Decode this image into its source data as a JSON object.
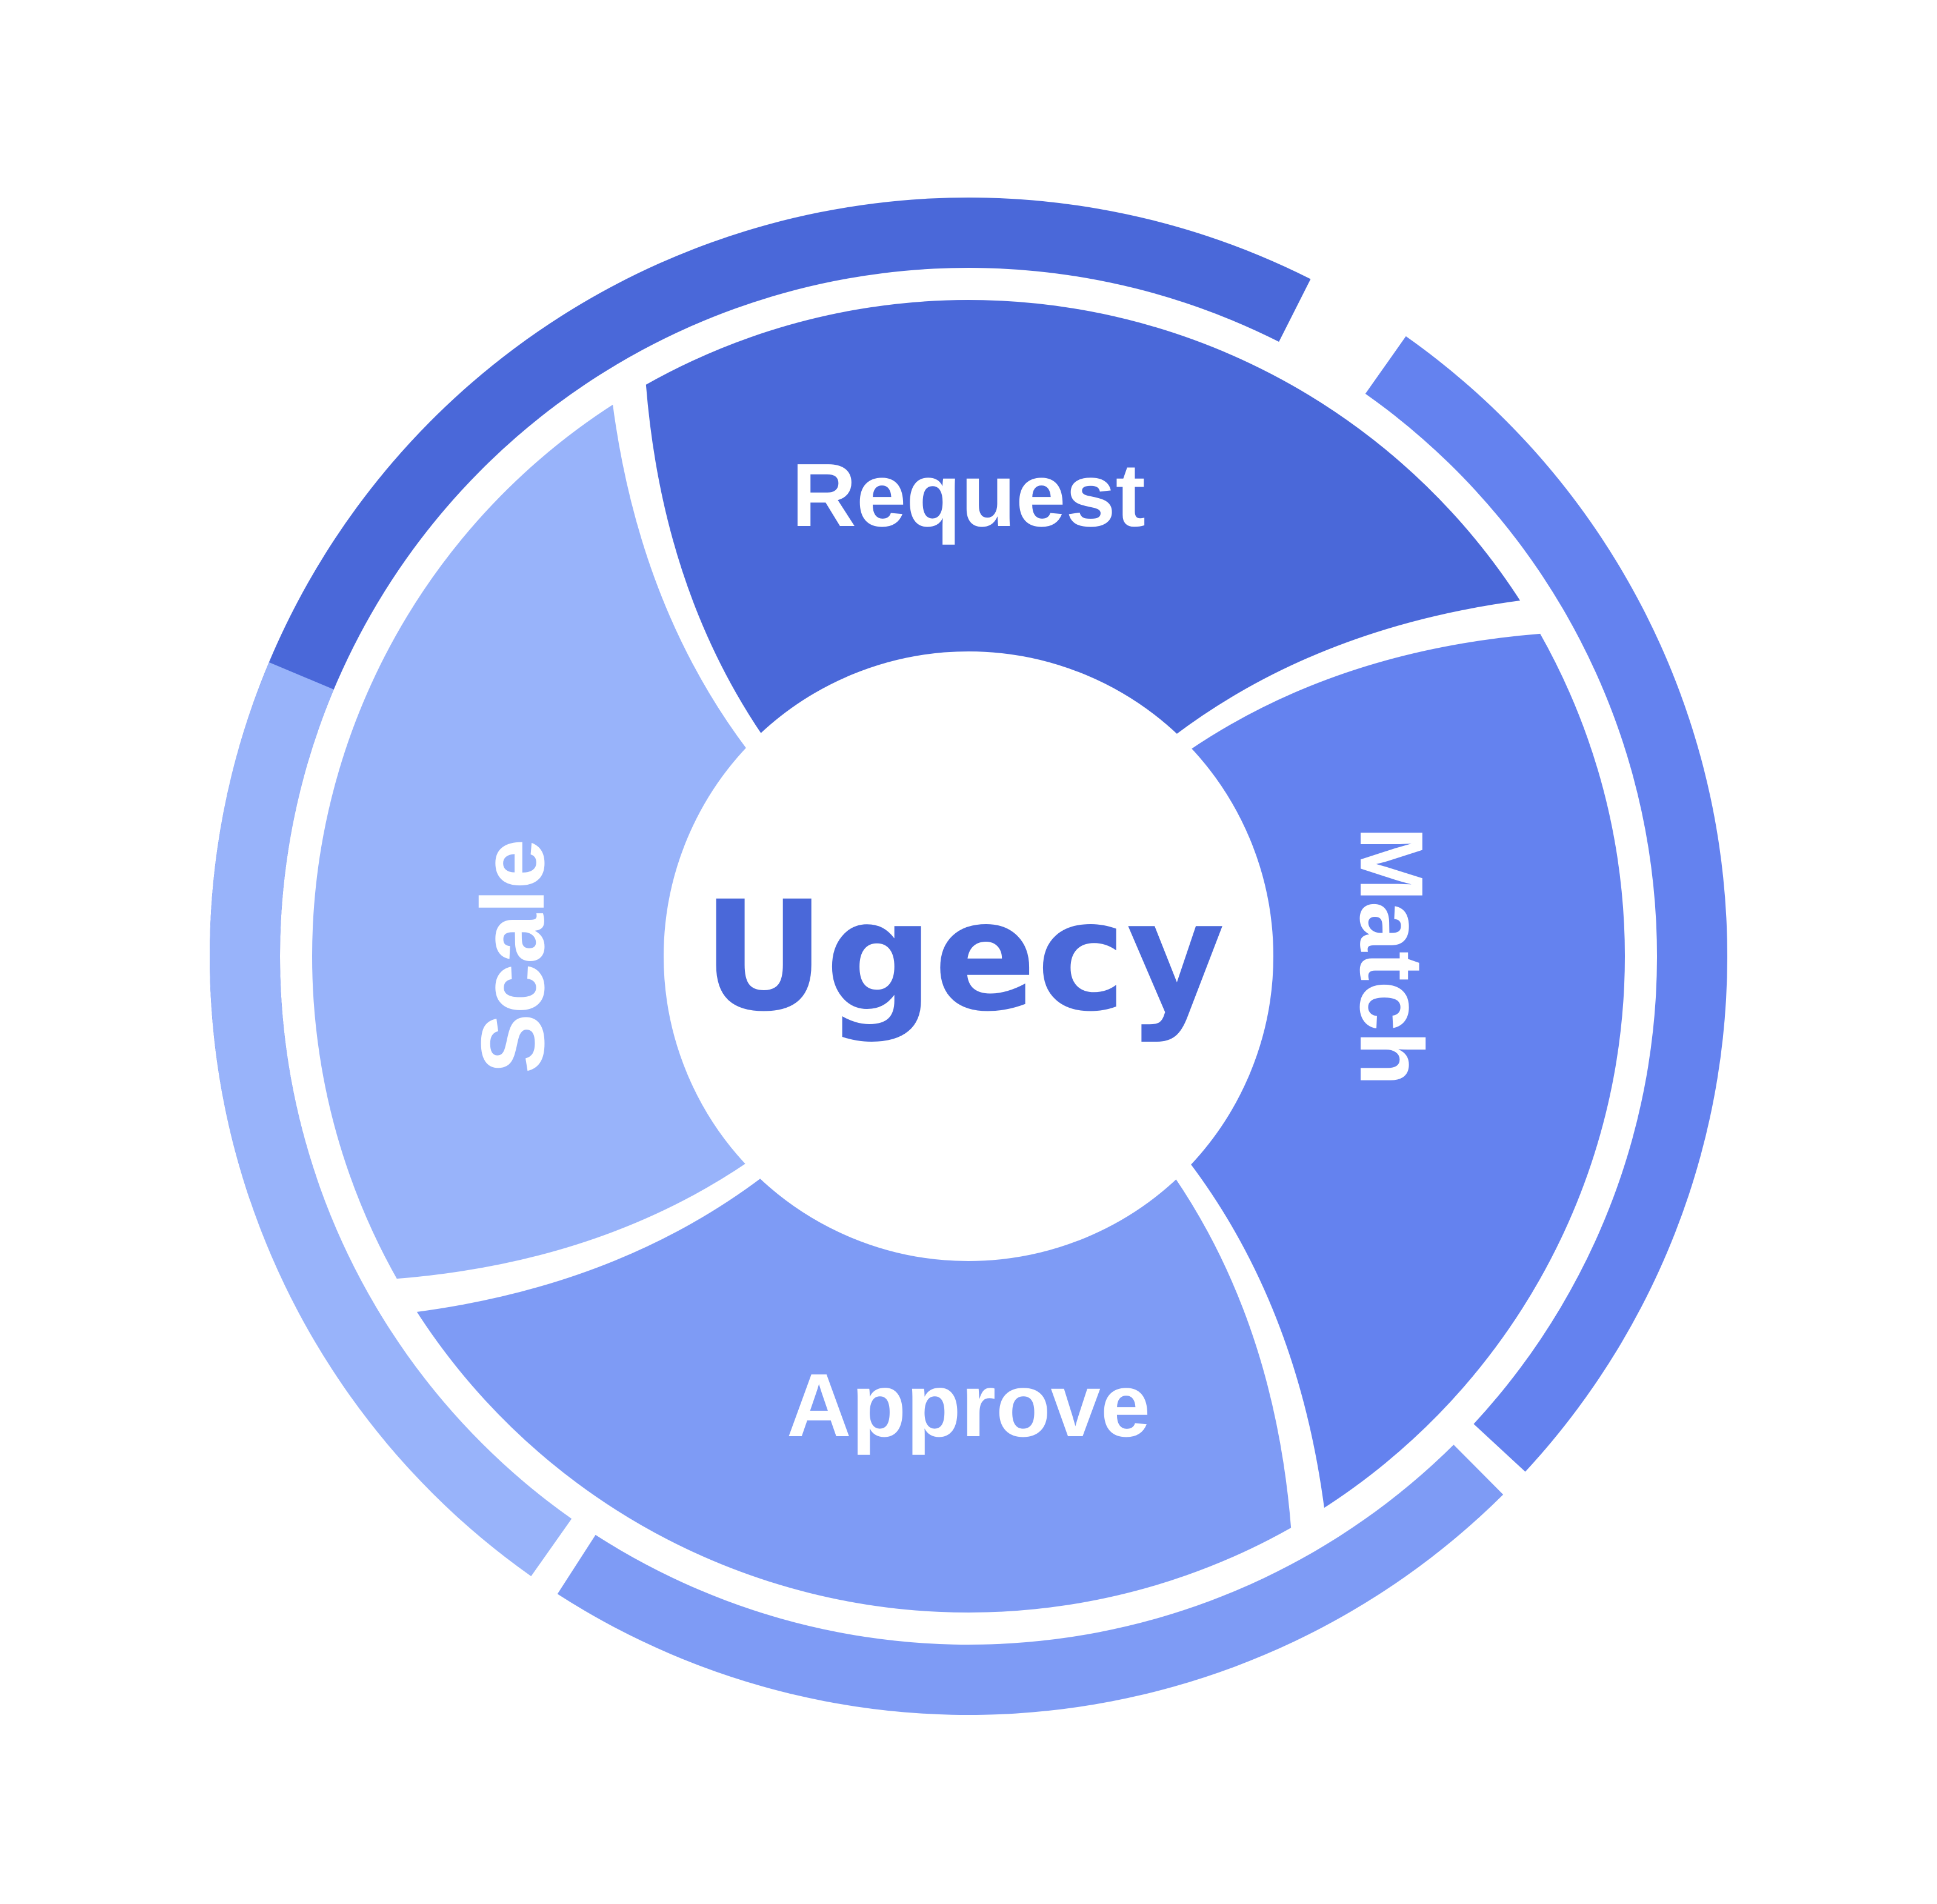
{
  "logo": {
    "text": "Ugecy",
    "color": "#4a68d9"
  },
  "background": "#ffffff",
  "separator_color": "#ffffff",
  "segments": [
    {
      "id": "request",
      "label": "Request",
      "color": "#4a68d9"
    },
    {
      "id": "match",
      "label": "Match",
      "color": "#6482ef"
    },
    {
      "id": "approve",
      "label": "Approve",
      "color": "#7e9bf5"
    },
    {
      "id": "scale",
      "label": "Scale",
      "color": "#98b3fa"
    }
  ]
}
